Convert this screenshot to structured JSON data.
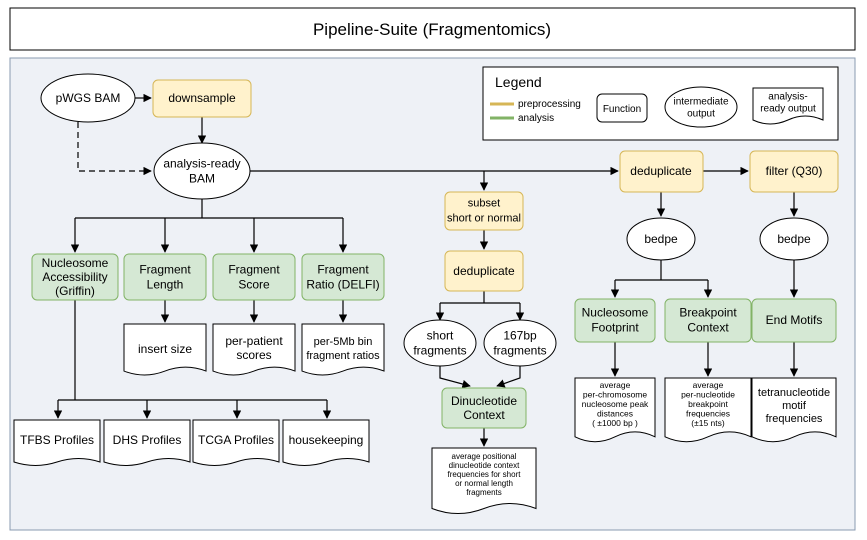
{
  "title": "Pipeline-Suite (Fragmentomics)",
  "legend": {
    "heading": "Legend",
    "preprocessing": "preprocessing",
    "analysis": "analysis",
    "function": "Function",
    "intermediate": [
      "intermediate",
      "output"
    ],
    "ready": [
      "analysis-",
      "ready output"
    ]
  },
  "nodes": {
    "pwgs_bam": [
      "pWGS BAM"
    ],
    "downsample": [
      "downsample"
    ],
    "analysis_bam": [
      "analysis-ready",
      "BAM"
    ],
    "nucleosome_access": [
      "Nucleosome",
      "Accessibility",
      "(Griffin)"
    ],
    "fragment_length": [
      "Fragment",
      "Length"
    ],
    "fragment_score": [
      "Fragment",
      "Score"
    ],
    "fragment_ratio": [
      "Fragment",
      "Ratio (DELFI)"
    ],
    "insert_size": [
      "insert size"
    ],
    "per_patient": [
      "per-patient",
      "scores"
    ],
    "per_5mb": [
      "per-5Mb bin",
      "fragment ratios"
    ],
    "tfbs": [
      "TFBS Profiles"
    ],
    "dhs": [
      "DHS Profiles"
    ],
    "tcga": [
      "TCGA Profiles"
    ],
    "housekeeping": [
      "housekeeping"
    ],
    "subset": [
      "subset",
      "short or normal"
    ],
    "dedup_mid": [
      "deduplicate"
    ],
    "short_frag": [
      "short",
      "fragments"
    ],
    "frag_167": [
      "167bp",
      "fragments"
    ],
    "dinucleotide": [
      "Dinucleotide",
      "Context"
    ],
    "dinuc_out": [
      "average positional",
      "dinucleotide context",
      "frequencies for short",
      "or normal length",
      "fragments"
    ],
    "dedup_right": [
      "deduplicate"
    ],
    "filter": [
      "filter (Q30)"
    ],
    "bedpe1": [
      "bedpe"
    ],
    "bedpe2": [
      "bedpe"
    ],
    "nuc_footprint": [
      "Nucleosome",
      "Footprint"
    ],
    "breakpoint": [
      "Breakpoint",
      "Context"
    ],
    "end_motifs": [
      "End Motifs"
    ],
    "nuc_out": [
      "average",
      "per-chromosome",
      "nucleosome peak",
      "distances",
      "( ±1000 bp )"
    ],
    "break_out": [
      "average",
      "per-nucleotide",
      "breakpoint",
      "frequencies",
      "(±15 nts)"
    ],
    "tetra_out": [
      "tetranucleotide",
      "motif",
      "frequencies"
    ]
  },
  "colors": {
    "preprocessing_fill": "#FFF2CC",
    "preprocessing_stroke": "#D6B656",
    "analysis_fill": "#D5E8D4",
    "analysis_stroke": "#82B366",
    "panel_fill": "#EEF1F6",
    "panel_stroke": "#8A9BB0"
  }
}
